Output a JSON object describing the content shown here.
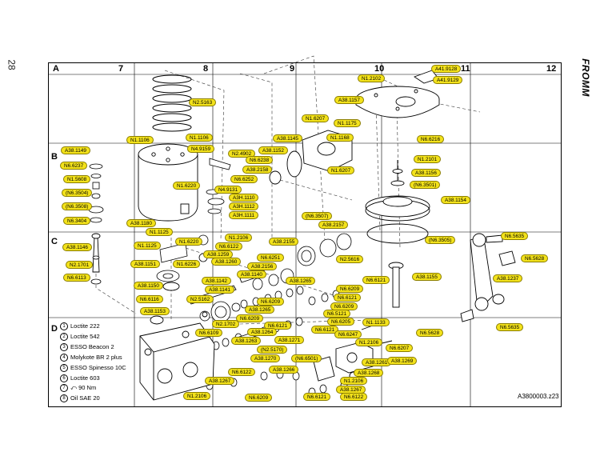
{
  "page": {
    "number": "28",
    "brand": "FROMM",
    "drawing_ref": "A3800003.z23"
  },
  "grid": {
    "columns": [
      {
        "id": "col-a",
        "text": "A"
      },
      {
        "id": "col-7",
        "text": "7"
      },
      {
        "id": "col-8",
        "text": "8"
      },
      {
        "id": "col-9",
        "text": "9"
      },
      {
        "id": "col-10",
        "text": "10"
      },
      {
        "id": "col-11",
        "text": "11"
      },
      {
        "id": "col-12",
        "text": "12"
      }
    ],
    "rows": [
      "B",
      "C",
      "D"
    ]
  },
  "legend": [
    {
      "num": "1",
      "text": "Loctite 222"
    },
    {
      "num": "2",
      "text": "Loctite 542"
    },
    {
      "num": "3",
      "text": "ESSO Beacon 2"
    },
    {
      "num": "4",
      "text": "Molykote BR 2 plus"
    },
    {
      "num": "5",
      "text": "ESSO Spinesso 10C"
    },
    {
      "num": "6",
      "text": "Loctite 603"
    },
    {
      "num": "7",
      "text": "90 Nm"
    },
    {
      "num": "8",
      "text": "Oil SAE 20"
    }
  ],
  "parts": [
    {
      "text": "N1.2102"
    },
    {
      "text": "A41.9128"
    },
    {
      "text": "A41.9129"
    },
    {
      "text": "A38.1157"
    },
    {
      "text": "N1.6207"
    },
    {
      "text": "N1.1175"
    },
    {
      "text": "N1.1168"
    },
    {
      "text": "N6.6216"
    },
    {
      "text": "A38.1145"
    },
    {
      "text": "N1.2101"
    },
    {
      "text": "A38.1156"
    },
    {
      "text": "(N6.3501)"
    },
    {
      "text": "A38.1154"
    },
    {
      "text": "N2.5163"
    },
    {
      "text": "N1.1106"
    },
    {
      "text": "N1.1106"
    },
    {
      "text": "N4.9159"
    },
    {
      "text": "N2.4902"
    },
    {
      "text": "A38.1152"
    },
    {
      "text": "N6.6238"
    },
    {
      "text": "A38.2158"
    },
    {
      "text": "N1.6207"
    },
    {
      "text": "N6.6252"
    },
    {
      "text": "N4.9131"
    },
    {
      "text": "A3H.1110"
    },
    {
      "text": "A3H.1112"
    },
    {
      "text": "A3H.1111"
    },
    {
      "text": "N1.6220"
    },
    {
      "text": "A38.1149"
    },
    {
      "text": "N6.6237"
    },
    {
      "text": "N1.5608"
    },
    {
      "text": "(N6.3504)"
    },
    {
      "text": "(N6.3508)"
    },
    {
      "text": "N6.3404"
    },
    {
      "text": "A38.1180"
    },
    {
      "text": "N1.1125"
    },
    {
      "text": "(N6.3507)"
    },
    {
      "text": "A38.2157"
    },
    {
      "text": "N1.2106"
    },
    {
      "text": "A38.2155"
    },
    {
      "text": "N6.5635"
    },
    {
      "text": "N6.5628"
    },
    {
      "text": "(N6.3505)"
    },
    {
      "text": "A38.1146"
    },
    {
      "text": "N1.1125"
    },
    {
      "text": "N1.6220"
    },
    {
      "text": "A38.1259"
    },
    {
      "text": "A38.1260"
    },
    {
      "text": "N6.6122"
    },
    {
      "text": "N6.6251"
    },
    {
      "text": "N2.5616"
    },
    {
      "text": "N2.1701"
    },
    {
      "text": "A38.1151"
    },
    {
      "text": "N1.6226"
    },
    {
      "text": "A38.2156"
    },
    {
      "text": "A38.1140"
    },
    {
      "text": "N6.6113"
    },
    {
      "text": "A38.1237"
    },
    {
      "text": "A38.1155"
    },
    {
      "text": "N6.6121"
    },
    {
      "text": "A38.1265"
    },
    {
      "text": "N6.6209"
    },
    {
      "text": "A38.1142"
    },
    {
      "text": "A38.1150"
    },
    {
      "text": "A38.1141"
    },
    {
      "text": "N6.6121"
    },
    {
      "text": "N6.6116"
    },
    {
      "text": "N2.5162"
    },
    {
      "text": "N6.6209"
    },
    {
      "text": "N6.6209"
    },
    {
      "text": "A38.1265"
    },
    {
      "text": "N6.5121"
    },
    {
      "text": "A38.1153"
    },
    {
      "text": "N6.6209"
    },
    {
      "text": "N6.6205"
    },
    {
      "text": "N6.5635"
    },
    {
      "text": "N1.1133"
    },
    {
      "text": "N6.6121"
    },
    {
      "text": "N2.1702"
    },
    {
      "text": "N6.6109"
    },
    {
      "text": "A38.1264"
    },
    {
      "text": "N6.6121"
    },
    {
      "text": "N6.6247"
    },
    {
      "text": "N6.5628"
    },
    {
      "text": "A38.1263"
    },
    {
      "text": "A38.1271"
    },
    {
      "text": "N1.2106"
    },
    {
      "text": "N6.6207"
    },
    {
      "text": "(N2.5170)"
    },
    {
      "text": "A38.1270"
    },
    {
      "text": "(N6.6501)"
    },
    {
      "text": "A38.1261"
    },
    {
      "text": "A38.1269"
    },
    {
      "text": "N6.6122"
    },
    {
      "text": "A38.1266"
    },
    {
      "text": "A38.1268"
    },
    {
      "text": "A38.1267"
    },
    {
      "text": "N1.2106"
    },
    {
      "text": "A38.1267"
    },
    {
      "text": "N1.2106"
    },
    {
      "text": "N6.6209"
    },
    {
      "text": "N6.6121"
    },
    {
      "text": "N6.6122"
    }
  ]
}
